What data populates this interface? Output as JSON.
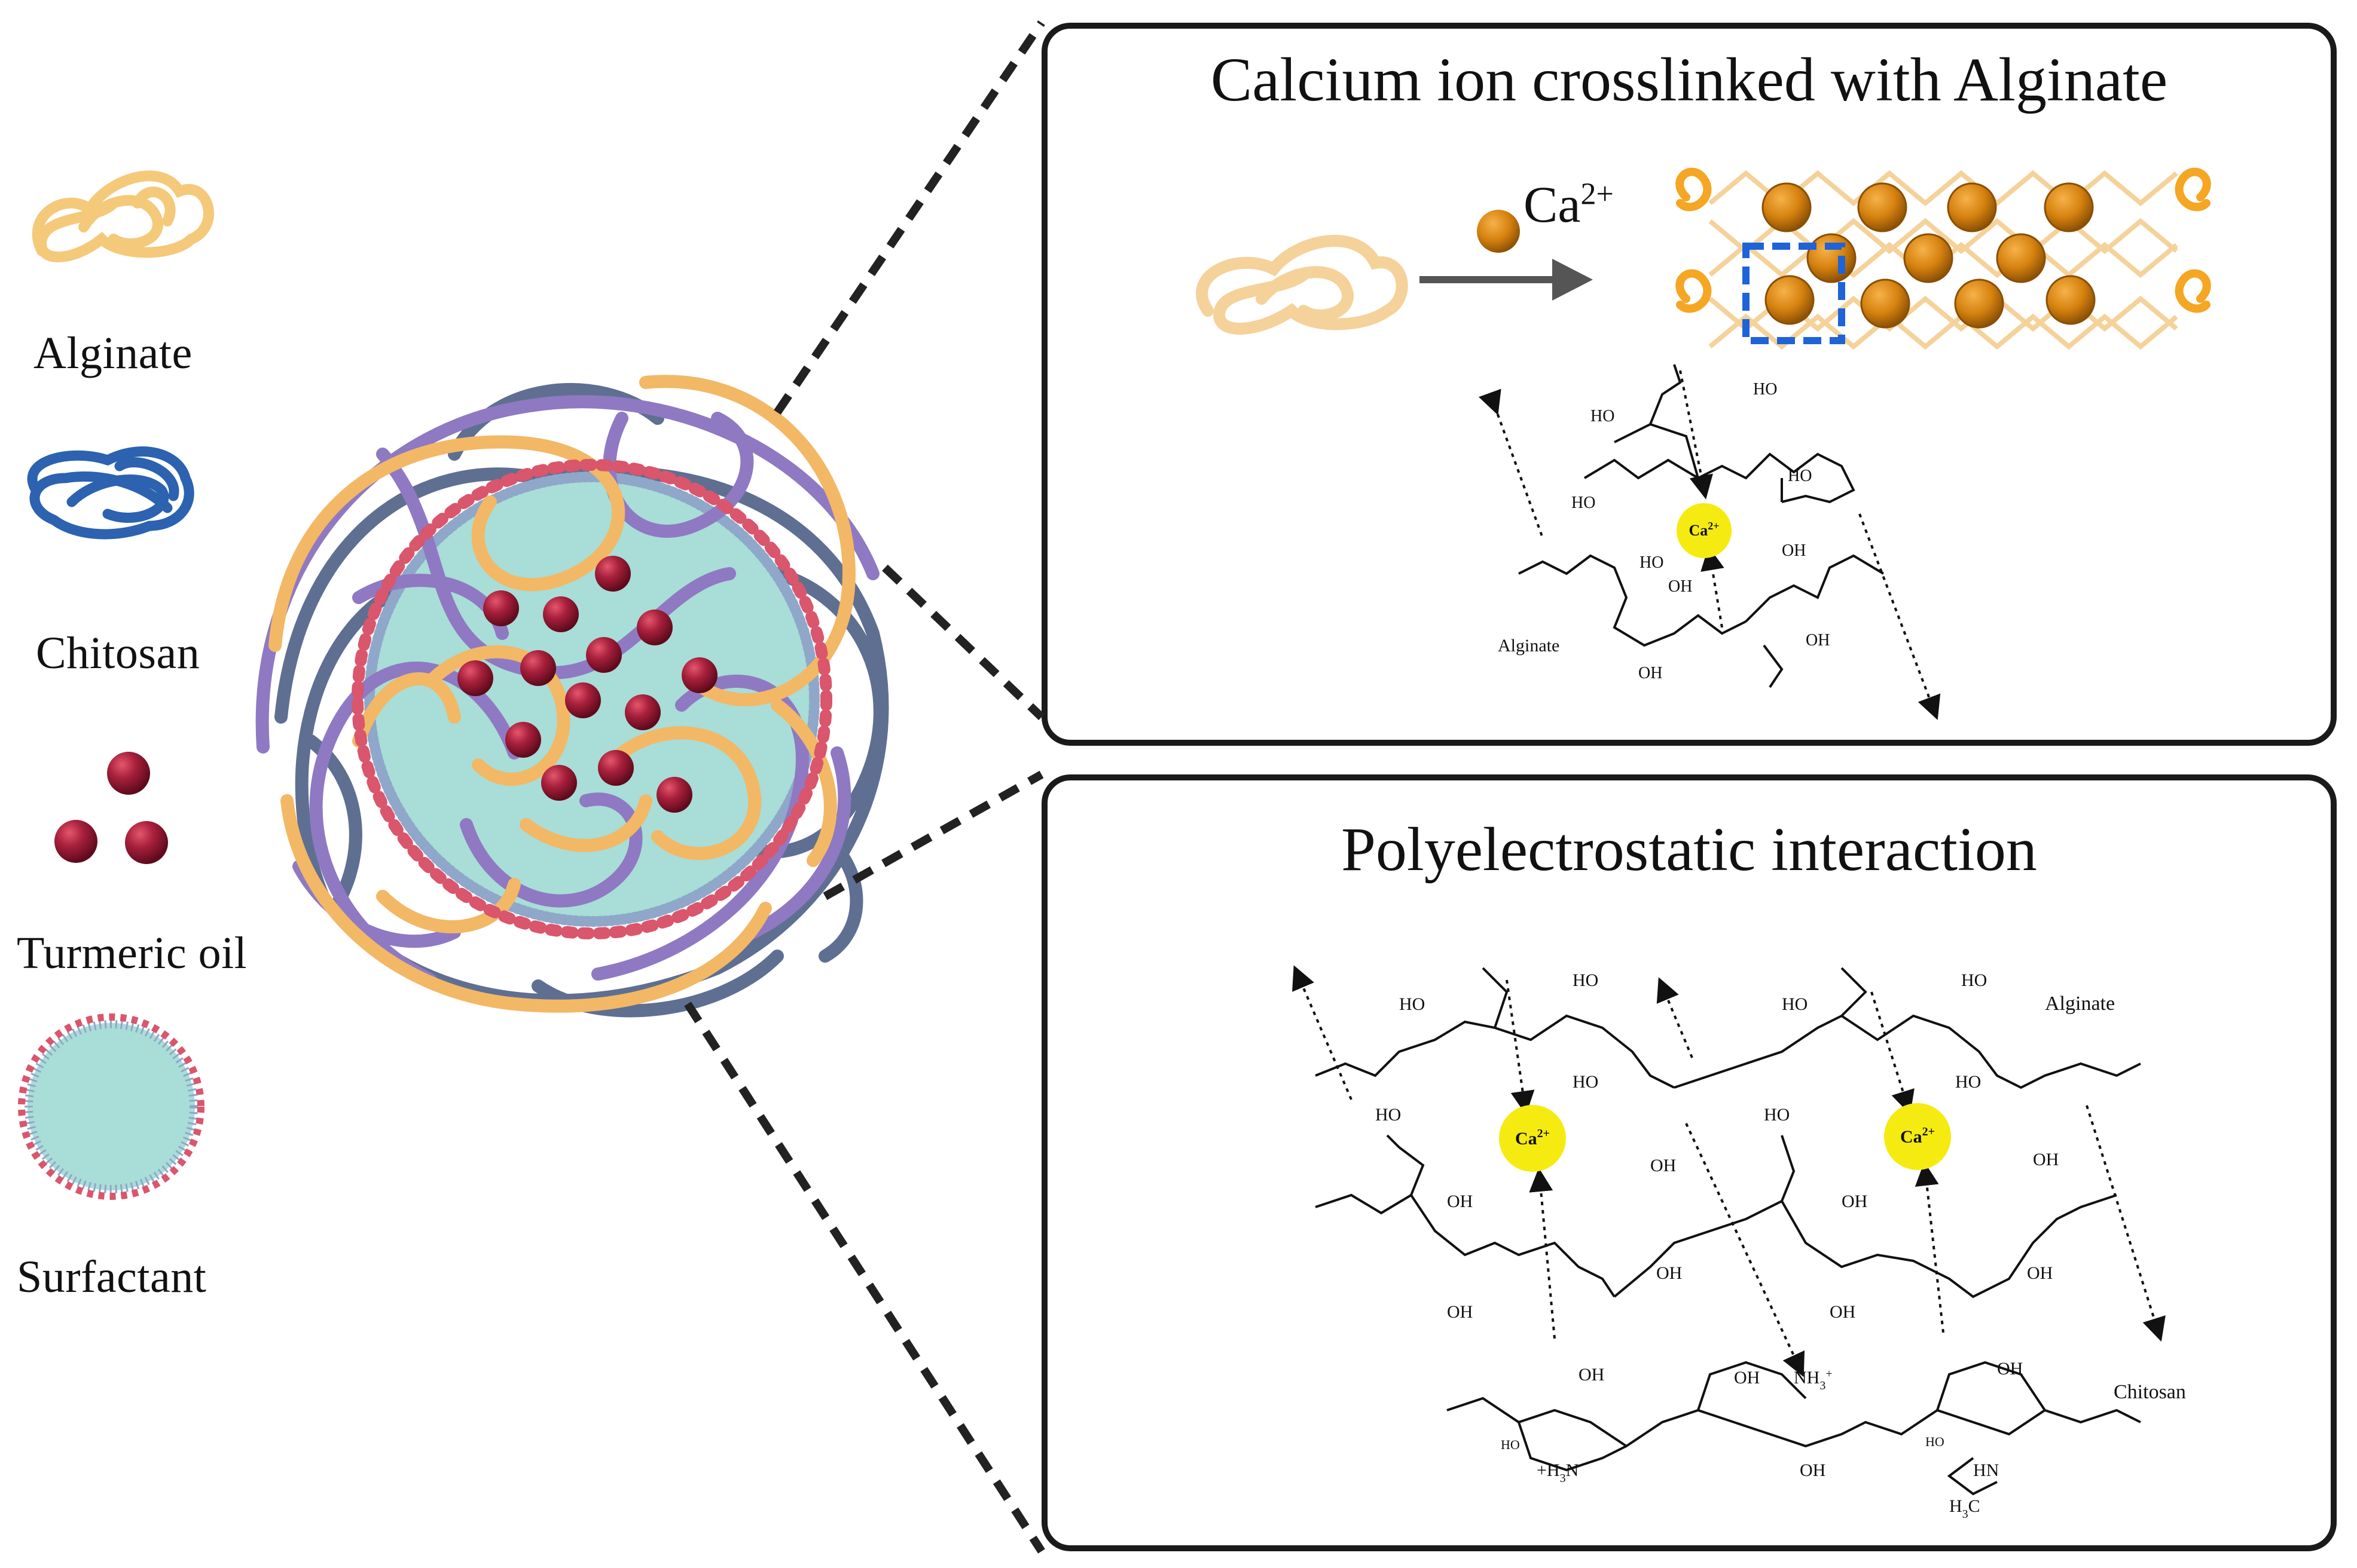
{
  "legend": {
    "items": [
      {
        "label": "Alginate",
        "icon": "alginate-coil-icon",
        "color": "#f4c97a"
      },
      {
        "label": "Chitosan",
        "icon": "chitosan-coil-icon",
        "color": "#2c62b0"
      },
      {
        "label": "Turmeric oil",
        "icon": "oil-droplets-icon",
        "color": "#a8203c"
      },
      {
        "label": "Surfactant",
        "icon": "micelle-icon",
        "color": "#d9566c"
      }
    ]
  },
  "panel_top": {
    "title": "Calcium ion crosslinked with Alginate",
    "ion_label": "Ca",
    "ion_charge": "2+",
    "badge_label": "Ca",
    "badge_charge": "2+",
    "alginate_label": "Alginate"
  },
  "panel_bottom": {
    "title": "Polyelectrostatic interaction",
    "ca_label": "Ca",
    "ca_charge": "2+",
    "alginate_label": "Alginate",
    "chitosan_label": "Chitosan"
  },
  "colors": {
    "alginate": "#f2b866",
    "alginate_light": "#f4d29a",
    "chitosan_purple": "#8f79c2",
    "chitosan_slate": "#5f6f92",
    "oil": "#9b1d2e",
    "surfactant": "#d9566c",
    "core": "#a9ddd7",
    "calcium": "#d98a14",
    "ion_badge": "#f5eb10",
    "box_highlight": "#1f63d8"
  }
}
